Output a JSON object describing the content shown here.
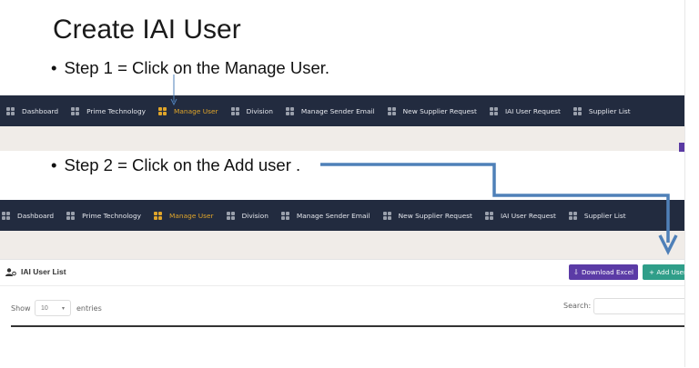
{
  "slide": {
    "title": "Create IAI User",
    "step1": "Step 1 = Click on the Manage User.",
    "step2": "Step 2 = Click on the Add user .",
    "bullet": "•"
  },
  "nav": {
    "items": [
      {
        "label": "Dashboard"
      },
      {
        "label": "Prime Technology"
      },
      {
        "label": "Manage User",
        "active": true
      },
      {
        "label": "Division"
      },
      {
        "label": "Manage Sender Email"
      },
      {
        "label": "New Supplier Request"
      },
      {
        "label": "IAI User Request"
      },
      {
        "label": "Supplier List"
      }
    ],
    "active_color": "#e0a52a",
    "background": "#222b3f"
  },
  "list": {
    "title": "IAI User List",
    "download_label": "Download Excel",
    "add_label": "+ Add User",
    "show_label": "Show",
    "entries_value": "10",
    "entries_label": "entries",
    "search_label": "Search:"
  },
  "colors": {
    "download": "#5b3ba6",
    "add": "#2f9e89",
    "arrow": "#4f80b8"
  }
}
